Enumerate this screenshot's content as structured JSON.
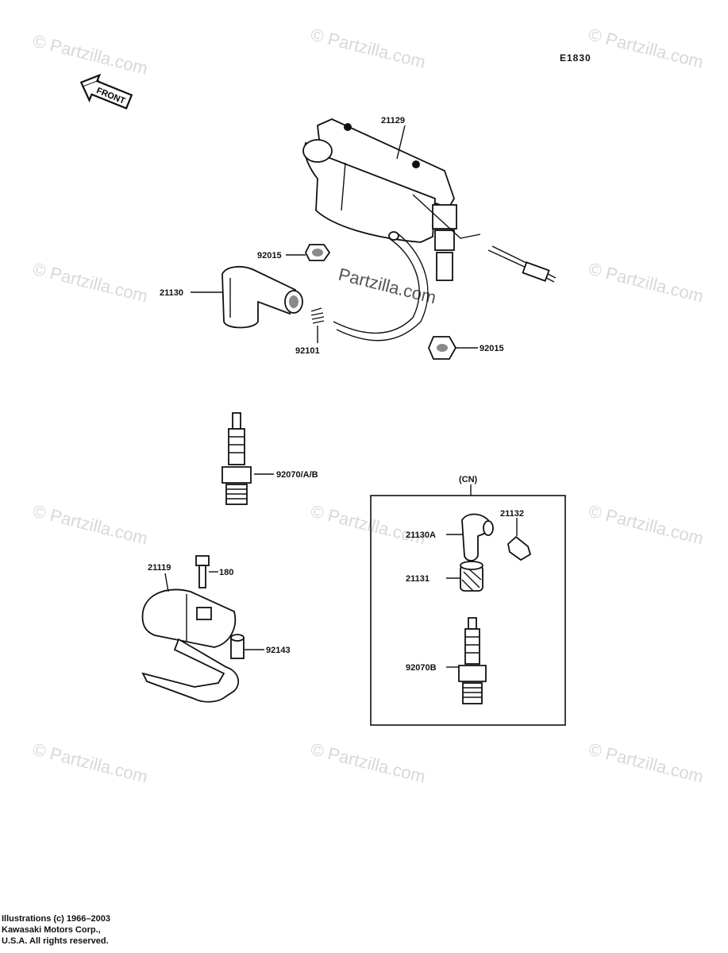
{
  "diagram_code": "E1830",
  "front_arrow_label": "FRONT",
  "watermark": "© Partzilla.com",
  "center_watermark": "Partzilla.com",
  "callouts": {
    "coil_main": "21129",
    "cap_main": "21130",
    "nut_top": "92015",
    "nut_bottom": "92015",
    "spring": "92101",
    "plug_main": "92070/A/B",
    "coil_small": "21119",
    "bolt": "180",
    "cap_small": "92143",
    "cn_cap": "21130A",
    "cn_terminal": "21132",
    "cn_sleeve": "21131",
    "cn_plug": "92070B"
  },
  "inset_label": "(CN)",
  "copyright": {
    "line1": "Illustrations (c) 1966–2003",
    "line2": "Kawasaki Motors Corp.,",
    "line3": "U.S.A.  All rights reserved."
  }
}
